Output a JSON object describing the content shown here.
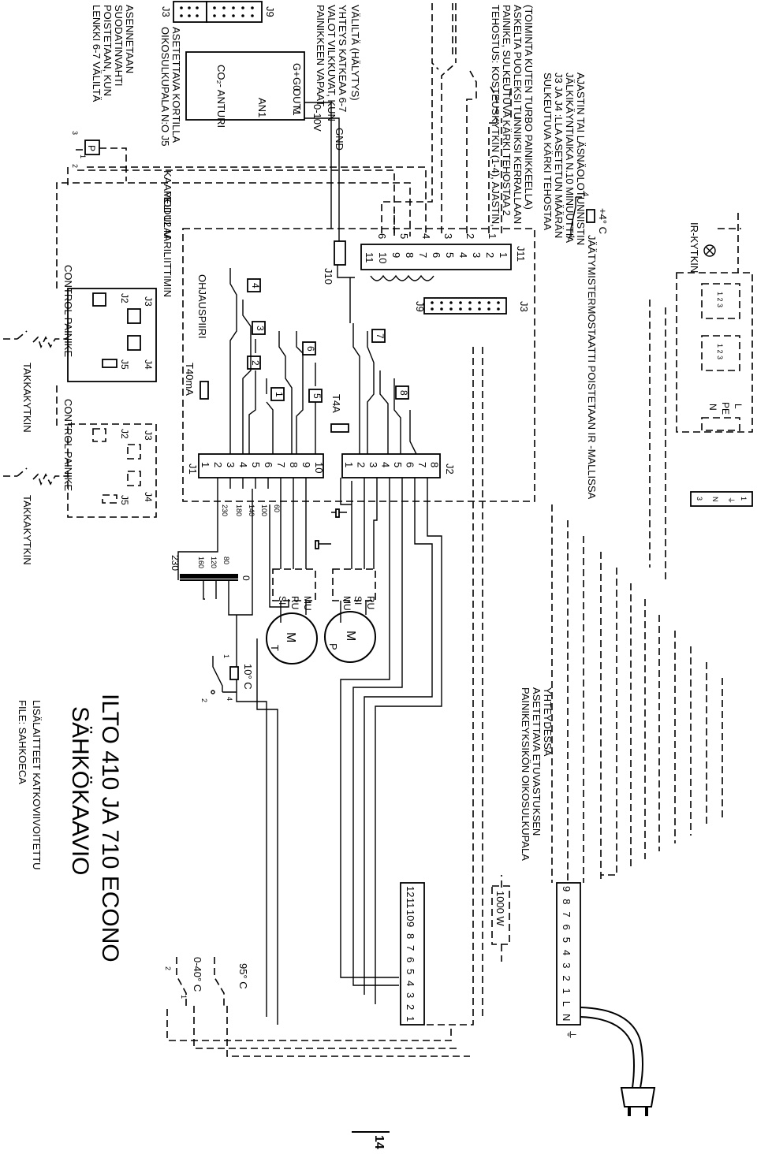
{
  "texts": {
    "lenkki": [
      "LENKKI 6-7 VÄLILTÄ",
      "POISTETAAN, KUN",
      "SUODATINVAHTI",
      "ASENNETAAN"
    ],
    "oikosulkupala": [
      "OIKOSULKUPALA N:O J5",
      "ASETETTAVA KORTILLA"
    ],
    "co2": "CO₂- ANTURI",
    "an1": "AN1",
    "sensor_pins": [
      "G+",
      "G0",
      "OUT1",
      "M"
    ],
    "j9": "J9",
    "j3_top": "J3",
    "painikkeen": [
      "PAINIKKEEN VAPAAT",
      "VALOT VILKKUVAT, KUN",
      "YHTEYS KATKEAA 6-7",
      "VÄLILTÄ (HÄLYTYS)"
    ],
    "v010": "0-10V",
    "gnd": "GND",
    "tehostus": [
      "TEHOSTUS: KOSTEUSKYTKIN (1-4), AJASTIN,",
      "PAINIKE, SULKEUTUVA KÄRKI TEHOSTAA 2",
      "ASKELTA PUOLEKSI TUNNIKSI KERRALLAAN",
      "(TOIMINTA KUTEN TURBO PAINIKKEELLA)"
    ],
    "sulkeutuva": [
      "SULKEUTUVA KÄRKI TEHOSTAA",
      "J3 JA J4 :LLA ASETETUN MÄÄRÄN",
      "JÄLKIKÄYNTIAIKA N.10 MINUUTTIA",
      "AJASTIN TAI LÄSNÄOLOTUNNISTIN"
    ],
    "kaapeli": "KAAPELI 12 M",
    "modulaari": "MODULAARILIITTIMIN",
    "control1": "CONTROL PAINIKE",
    "control2": "CONTROL PAINIKE",
    "takkakytkin1": "TAKKAKYTKIN",
    "takkakytkin2": "TAKKAKYTKIN",
    "ohjauspiiri": "OHJAUSPIIRI",
    "t40ma": "T40mA",
    "t4a": "T4A",
    "j10": "J10",
    "j11": "J11",
    "j1": "J1",
    "j2": "J2",
    "j3": "J3",
    "j4": "J4",
    "j2c": "J2",
    "j5": "J5",
    "j9b": "J9",
    "j3b": "J3",
    "plus4": "+4° C",
    "jaaty": "JÄÄTYMISTERMOSTAATTI POISTETAAN IR -MALLISSA",
    "irkytkin": "IR-KYTKIN",
    "npel": [
      "N",
      "PE",
      "L"
    ],
    "ten_c": "10° C",
    "t95": "95° C",
    "t040": "0-40° C",
    "motor_m": "M",
    "motor_t": "T",
    "motor_p": "P",
    "motor_leads": [
      "MU",
      "RU",
      "SI"
    ],
    "transformer": [
      "230",
      "160",
      "120",
      "80",
      "0"
    ],
    "taps": [
      "230",
      "180",
      "140",
      "100",
      "60"
    ],
    "title": "ILTO 410 JA 710 ECONO",
    "subtitle": "SÄHKÖKAAVIO",
    "lisalaitteet": "LISÄLAITTEET KATKOVIIVOITETTU",
    "file": "FILE: SAHKOECA",
    "painikeyksikon": [
      "PAINIKEYKSIKÖN OIKOSULKUPALA",
      "ASETETTAVA ETUVASTUKSEN",
      "YHTEYDESSÄ"
    ],
    "w1000": "1000 W",
    "page_number": "14"
  },
  "terminals": {
    "j1": [
      "1",
      "2",
      "3",
      "4",
      "5",
      "6",
      "7",
      "8",
      "9",
      "10"
    ],
    "j2": [
      "1",
      "2",
      "3",
      "4",
      "5",
      "6",
      "7",
      "8"
    ],
    "j11": [
      "11",
      "10",
      "9",
      "8",
      "7",
      "6",
      "5",
      "4",
      "3",
      "2",
      "1"
    ],
    "j11_top": [
      "6",
      "5",
      "4",
      "3",
      "2",
      "1"
    ],
    "relays": [
      "1",
      "2",
      "3",
      "4",
      "5",
      "6",
      "7",
      "8"
    ],
    "strip_upper": [
      "12",
      "11",
      "10",
      "9",
      "8",
      "7",
      "6",
      "5",
      "4",
      "3",
      "2",
      "1"
    ],
    "strip_lower": [
      "9",
      "8",
      "7",
      "6",
      "5",
      "4",
      "3",
      "2",
      "1",
      "L",
      "N"
    ]
  }
}
